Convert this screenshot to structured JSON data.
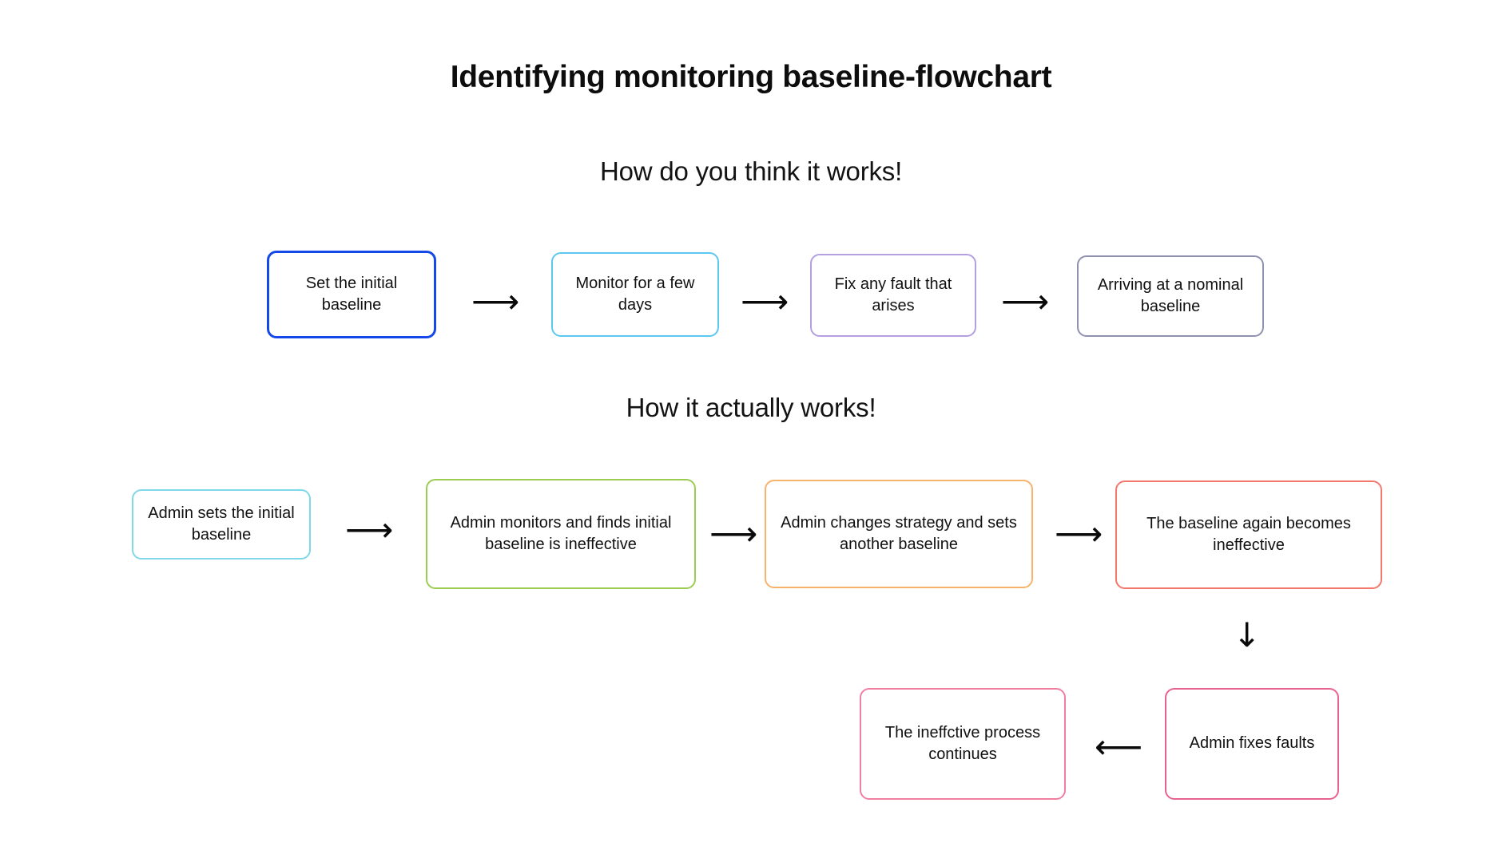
{
  "page": {
    "title": "Identifying monitoring baseline-flowchart",
    "background": "#ffffff"
  },
  "sections": [
    {
      "id": "expected",
      "heading": "How do you think it works!",
      "nodes": [
        {
          "label": "Set the initial baseline",
          "color": "#1548e8"
        },
        {
          "label": "Monitor for a few days",
          "color": "#5bc8f0"
        },
        {
          "label": "Fix any fault that arises",
          "color": "#b49fe0"
        },
        {
          "label": "Arriving at a nominal baseline",
          "color": "#9090b0"
        }
      ],
      "connectors": [
        {
          "glyph": "⟶",
          "direction": "right"
        },
        {
          "glyph": "⟶",
          "direction": "right"
        },
        {
          "glyph": "⟶",
          "direction": "right"
        }
      ]
    },
    {
      "id": "actual",
      "heading": "How it actually works!",
      "nodes": [
        {
          "label": "Admin sets the initial baseline",
          "color": "#7fd8e8"
        },
        {
          "label": "Admin monitors and finds initial baseline is ineffective",
          "color": "#9bcc52"
        },
        {
          "label": "Admin changes strategy and sets another baseline",
          "color": "#f7b26b"
        },
        {
          "label": "The baseline again becomes ineffective",
          "color": "#f4776c"
        },
        {
          "label": "Admin fixes faults",
          "color": "#e8628f"
        },
        {
          "label": "The ineffctive process continues",
          "color": "#f07fa2"
        }
      ],
      "connectors": [
        {
          "glyph": "⟶",
          "direction": "right"
        },
        {
          "glyph": "⟶",
          "direction": "right"
        },
        {
          "glyph": "⟶",
          "direction": "right"
        },
        {
          "glyph": "↓",
          "direction": "down"
        },
        {
          "glyph": "⟵",
          "direction": "left"
        }
      ]
    }
  ]
}
